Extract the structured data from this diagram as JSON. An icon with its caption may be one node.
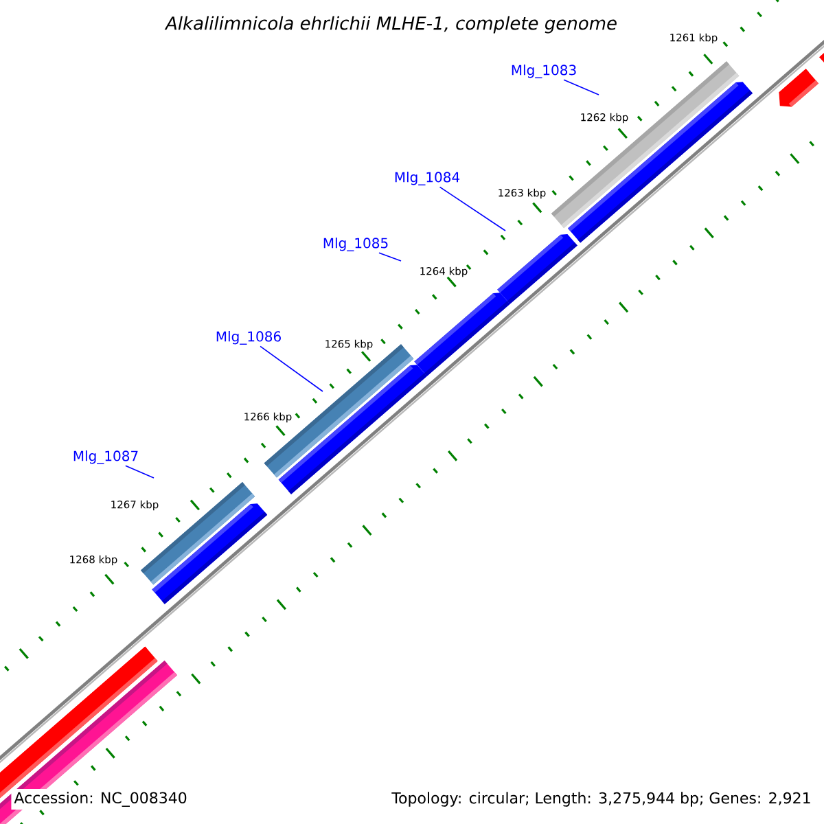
{
  "diagram": {
    "title": "Alkalilimnicola ehrlichii MLHE-1, complete genome",
    "nodes": [
      {
        "text": [
          "Mlg_1083"
        ]
      },
      {
        "text": [
          "Mlg_1084"
        ]
      },
      {
        "text": [
          "Mlg_1085"
        ]
      },
      {
        "text": [
          "Mlg_1086"
        ]
      },
      {
        "text": [
          "Mlg_1087"
        ]
      }
    ],
    "edges": [
      {
        "from": 0,
        "to": null,
        "arrow": "none"
      },
      {
        "from": 1,
        "to": null,
        "arrow": "none"
      },
      {
        "from": 2,
        "to": null,
        "arrow": "none"
      },
      {
        "from": 3,
        "to": null,
        "arrow": "none"
      },
      {
        "from": 4,
        "to": null,
        "arrow": "none"
      }
    ],
    "labels": [
      "1261 kbp",
      "1262 kbp",
      "1263 kbp",
      "1264 kbp",
      "1265 kbp",
      "1266 kbp",
      "1267 kbp",
      "1268 kbp",
      "Accession: NC_008340",
      "Topology: circular; Length: 3,275,944 bp; Genes: 2,921"
    ]
  }
}
